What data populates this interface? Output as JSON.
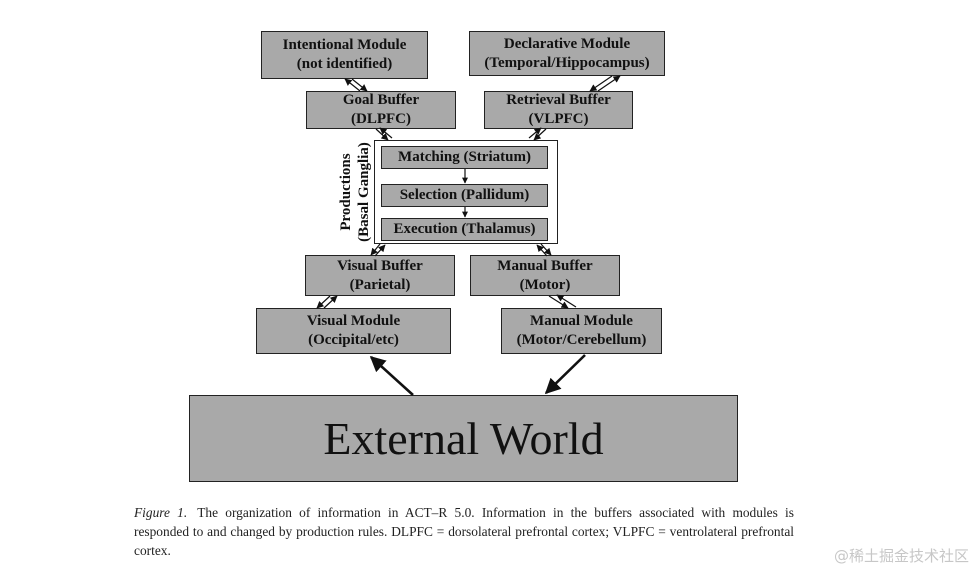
{
  "diagram": {
    "modules": {
      "intentional": {
        "line1": "Intentional Module",
        "line2": "(not identified)"
      },
      "declarative": {
        "line1": "Declarative Module",
        "line2": "(Temporal/Hippocampus)"
      },
      "visual": {
        "line1": "Visual Module",
        "line2": "(Occipital/etc)"
      },
      "manual": {
        "line1": "Manual Module",
        "line2": "(Motor/Cerebellum)"
      }
    },
    "buffers": {
      "goal": {
        "line1": "Goal Buffer",
        "line2": "(DLPFC)"
      },
      "retrieval": {
        "line1": "Retrieval Buffer",
        "line2": "(VLPFC)"
      },
      "visual": {
        "line1": "Visual Buffer",
        "line2": "(Parietal)"
      },
      "manual": {
        "line1": "Manual Buffer",
        "line2": "(Motor)"
      }
    },
    "productions": {
      "label_line1": "Productions",
      "label_line2": "(Basal Ganglia)",
      "stages": [
        "Matching (Striatum)",
        "Selection (Pallidum)",
        "Execution (Thalamus)"
      ]
    },
    "external_world": "External World"
  },
  "caption": {
    "figure_label": "Figure 1.",
    "text": "The organization of information in ACT–R 5.0. Information in the buffers associated with modules is responded to and changed by production rules. DLPFC = dorsolateral prefrontal cortex; VLPFC = ventrolateral prefrontal cortex."
  },
  "watermark": "@稀土掘金技术社区"
}
